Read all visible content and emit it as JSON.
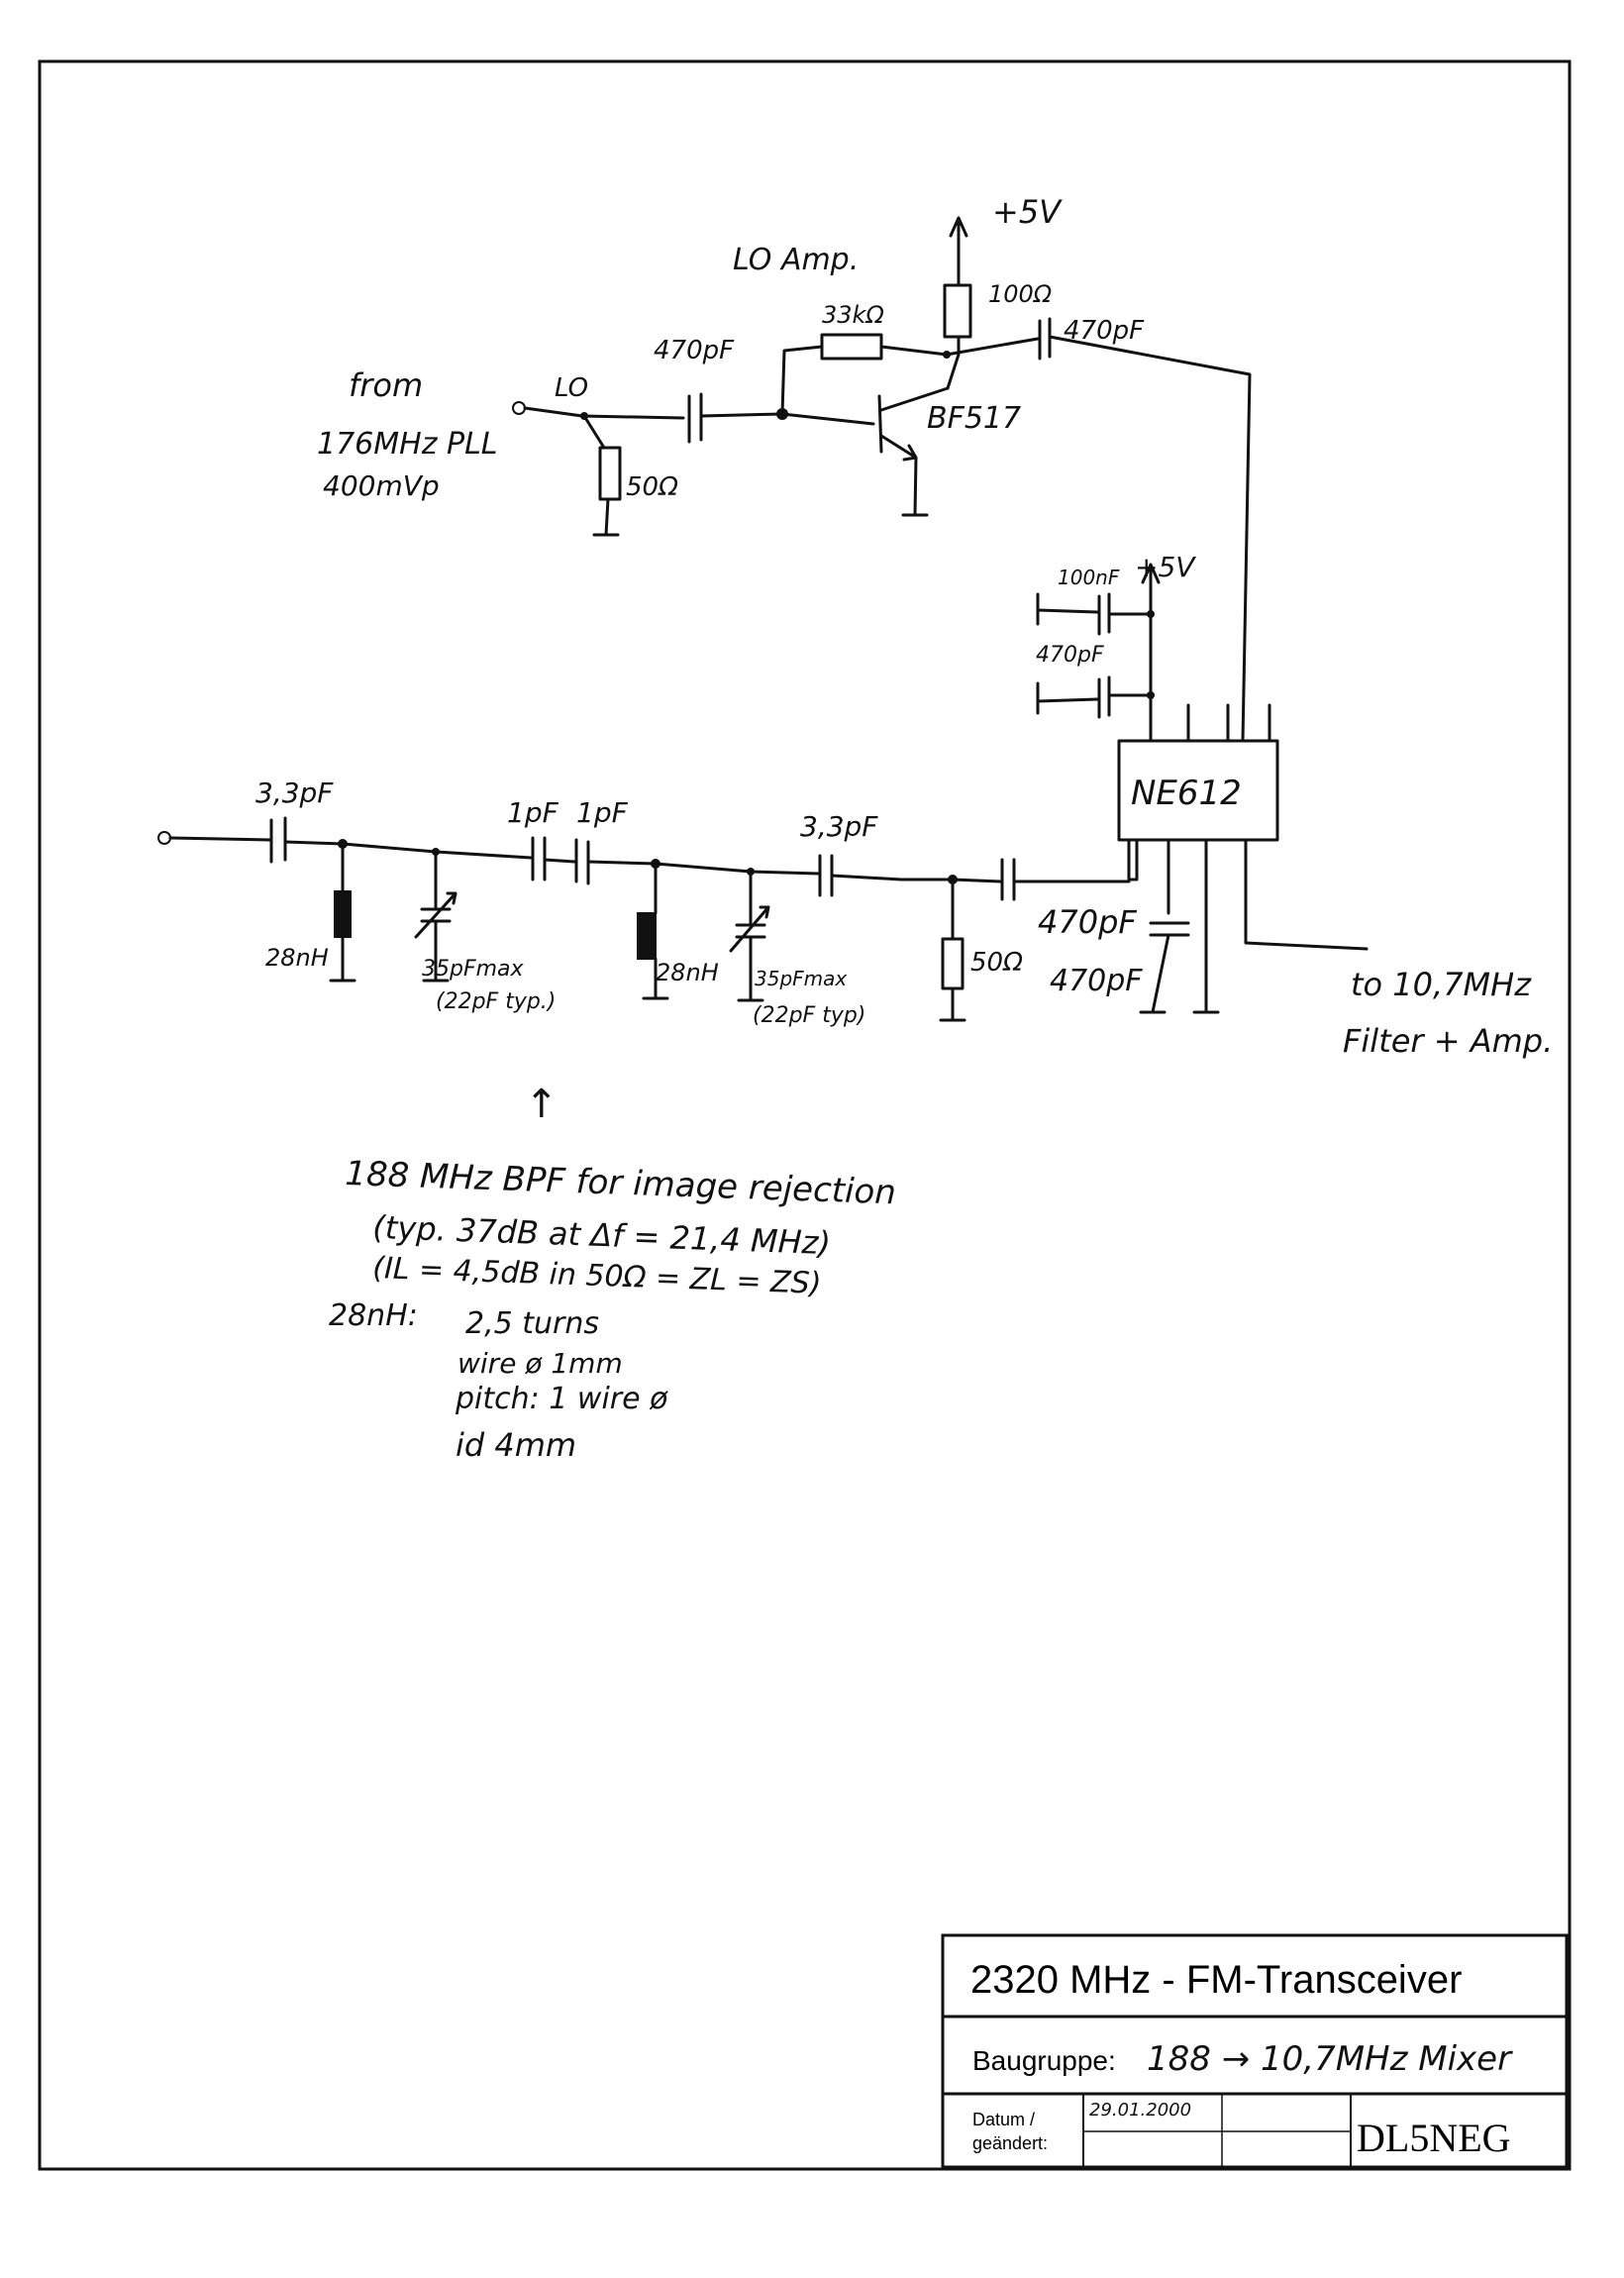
{
  "title_block": {
    "project": "2320 MHz - FM-Transceiver",
    "assembly_label": "Baugruppe:",
    "assembly_value": "188 → 10,7MHz Mixer",
    "date_label_1": "Datum /",
    "date_label_2": "geändert:",
    "date_value": "29.01.2000",
    "author": "DL5NEG"
  },
  "lo_section": {
    "lo_amp_label": "LO Amp.",
    "supply_top": "+5V",
    "r_collector": "100Ω",
    "c_out": "470pF",
    "r_feedback": "33kΩ",
    "c_in": "470pF",
    "lo_label": "LO",
    "source_line1": "from",
    "source_line2": "176MHz PLL",
    "source_line3": "400mVp",
    "r_term": "50Ω",
    "transistor": "BF517"
  },
  "mixer_section": {
    "ic": "NE612",
    "supply": "+5V",
    "c_decouple_1": "100nF",
    "c_decouple_2": "470pF",
    "c_out_series": "470pF",
    "c_out_shunt": "470pF",
    "output_line1": "to 10,7MHz",
    "output_line2": "Filter + Amp."
  },
  "bpf_section": {
    "c1": "3,3pF",
    "l1": "28nH",
    "trim1_line1": "35pFmax",
    "trim1_line2": "(22pF typ.)",
    "c2a": "1pF",
    "c2b": "1pF",
    "l2": "28nH",
    "trim2_line1": "35pFmax",
    "trim2_line2": "(22pF typ)",
    "c3": "3,3pF",
    "r_term": "50Ω"
  },
  "notes": {
    "arrow": "↑",
    "line1": "188 MHz BPF for image rejection",
    "line2": "(typ. 37dB at Δf = 21,4 MHz)",
    "line3": "(IL = 4,5dB in 50Ω = ZL = ZS)",
    "coil_label": "28nH:",
    "coil_line1": "2,5 turns",
    "coil_line2": "wire ø 1mm",
    "coil_line3": "pitch: 1 wire ø",
    "coil_line4": "id 4mm"
  }
}
